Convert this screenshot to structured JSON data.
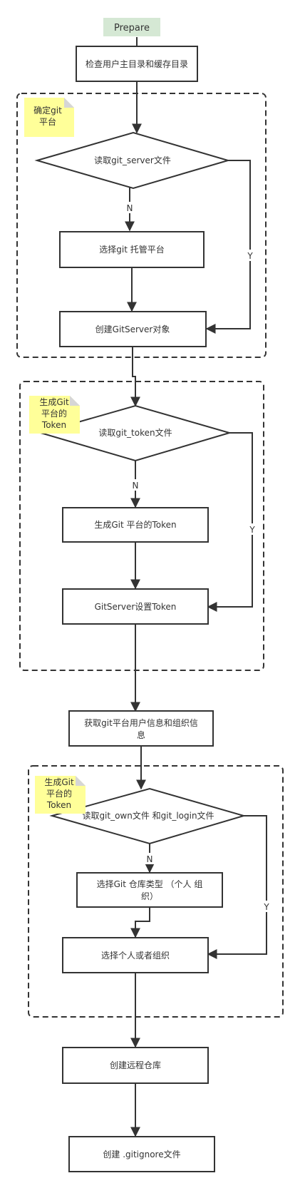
{
  "nodes": {
    "prepare": "Prepare",
    "check_dirs": "检查用户主目录和缓存目录",
    "read_git_server": "读取git_server文件",
    "choose_platform": "选择git 托管平台",
    "create_gitserver": "创建GitServer对象",
    "read_git_token": "读取git_token文件",
    "gen_token": "生成Git 平台的Token",
    "set_token": "GitServer设置Token",
    "get_info_l1": "获取git平台用户信息和组织信",
    "get_info_l2": "息",
    "read_own_login": "读取git_own文件 和git_login文件",
    "choose_repo_type_l1": "选择Git 仓库类型 （个人 组",
    "choose_repo_type_l2": "织）",
    "choose_person_org": "选择个人或者组织",
    "create_remote": "创建远程仓库",
    "create_gitignore": "创建 .gitignore文件"
  },
  "notes": {
    "note1_l1": "确定git",
    "note1_l2": "平台",
    "note2_l1": "生成Git",
    "note2_l2": "平台的",
    "note2_l3": "Token",
    "note3_l1": "生成Git",
    "note3_l2": "平台的",
    "note3_l3": "Token"
  },
  "edge_labels": {
    "n1": "N",
    "y1": "Y",
    "n2": "N",
    "y2": "Y",
    "n3": "N",
    "y3": "Y"
  },
  "colors": {
    "start_fill": "#d5e8d4",
    "note_fill": "#ffff99",
    "stroke": "#333333"
  }
}
